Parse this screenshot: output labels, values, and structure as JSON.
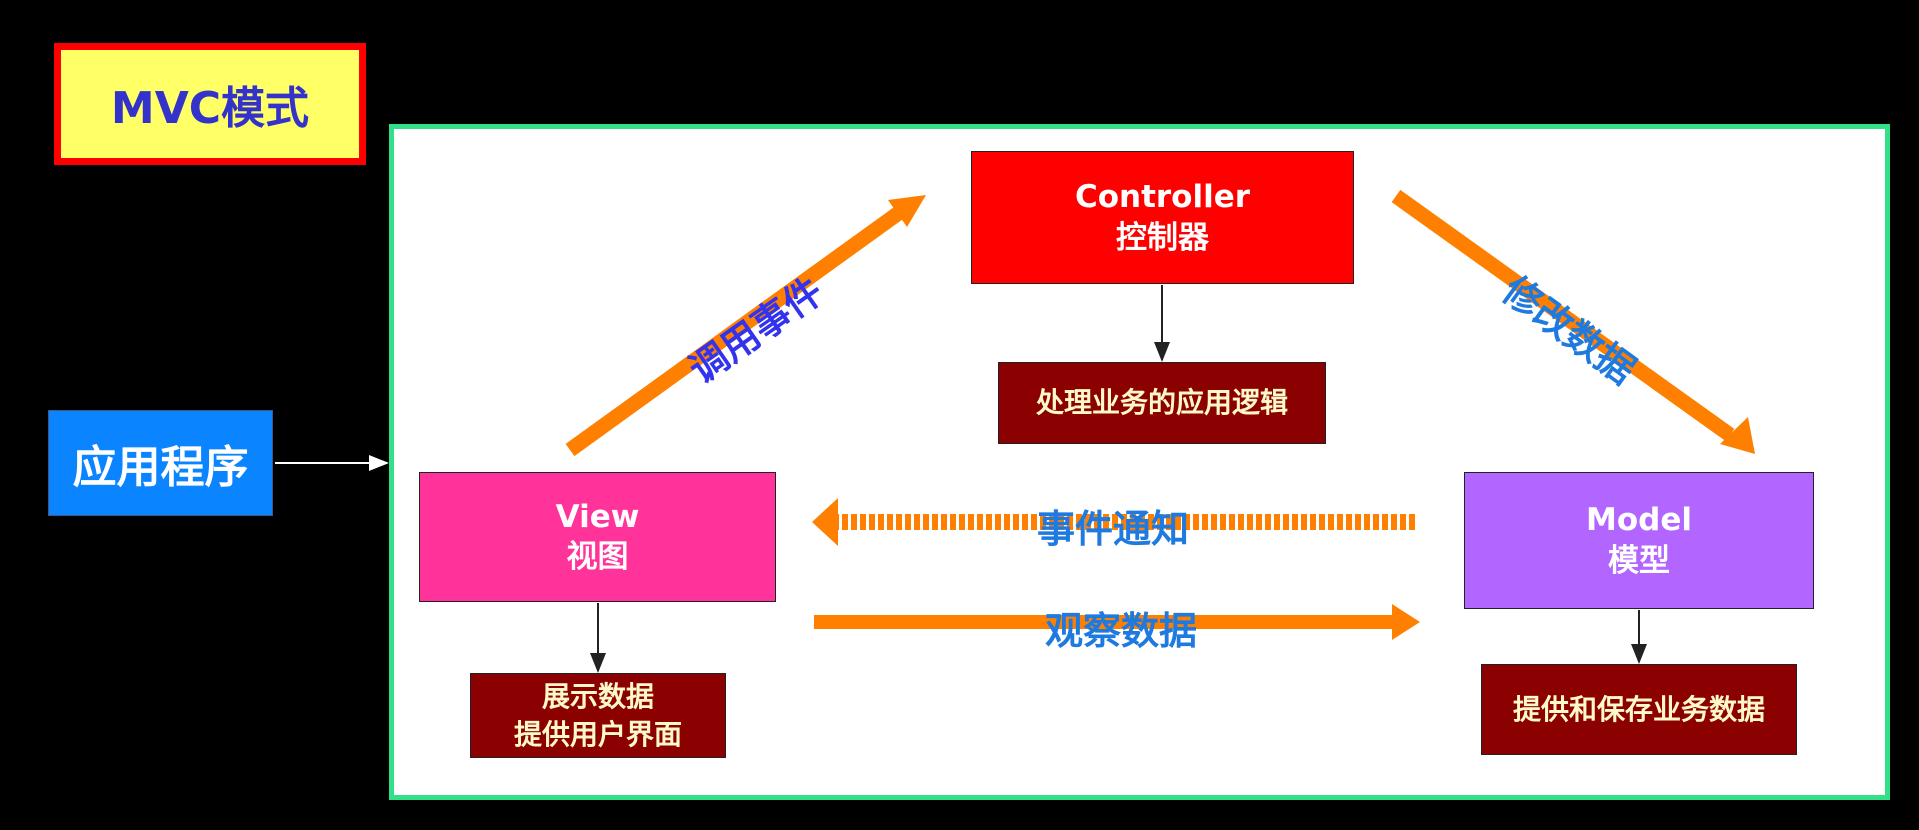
{
  "title": "MVC模式",
  "application": "应用程序",
  "nodes": {
    "controller": {
      "en": "Controller",
      "zh": "控制器"
    },
    "view": {
      "en": "View",
      "zh": "视图"
    },
    "model": {
      "en": "Model",
      "zh": "模型"
    }
  },
  "notes": {
    "controller": "处理业务的应用逻辑",
    "view_line1": "展示数据",
    "view_line2": "提供用户界面",
    "model": "提供和保存业务数据"
  },
  "flows": {
    "view_to_controller": "调用事件",
    "controller_to_model": "修改数据",
    "model_to_view": "事件通知",
    "view_to_model": "观察数据"
  },
  "colors": {
    "title_bg": "#ffff66",
    "title_border": "#ff0000",
    "title_text": "#3333cc",
    "application_bg": "#0a84ff",
    "frame_border": "#33e08a",
    "controller_bg": "#ff0000",
    "view_bg": "#ff3399",
    "model_bg": "#b266ff",
    "note_bg": "#8b0000",
    "note_text": "#fff8c8",
    "flow_arrow": "#ff8000",
    "flow_label_diag": "#3333ee",
    "flow_label_horiz": "#1f7ae0"
  }
}
